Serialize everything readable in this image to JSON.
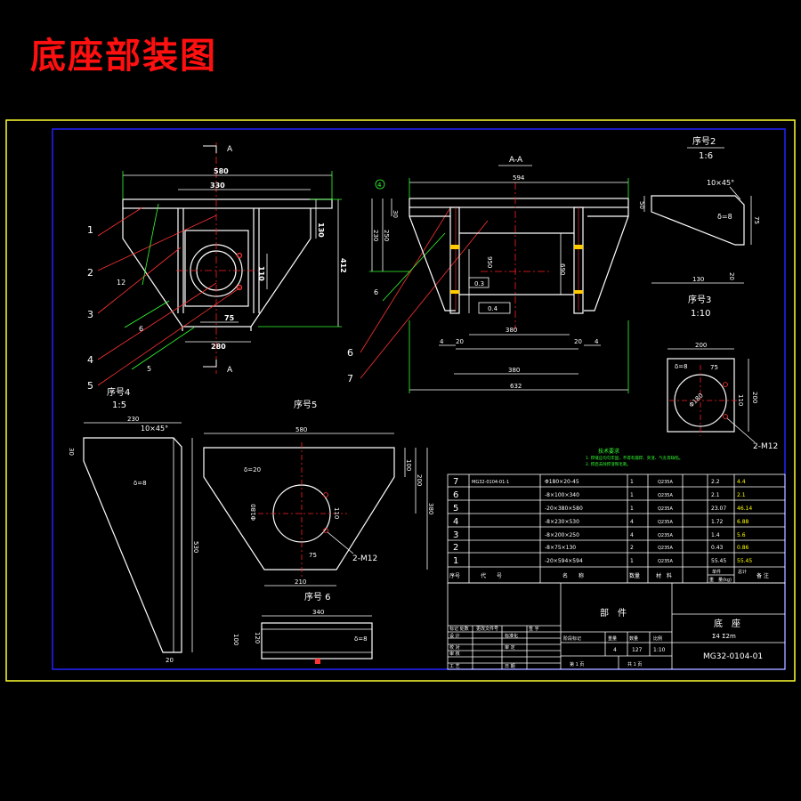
{
  "title": "底座部装图",
  "colors": {
    "background": "#000000",
    "frame_outer": "#ffff33",
    "frame_inner": "#2222ff",
    "title": "#ff1010",
    "outline": "#ffffff",
    "dimension": "#ffffff",
    "leader": "#ff3333",
    "centerline": "#ff2020",
    "extension": "#33ff33",
    "weld": "#ffcc00",
    "note": "#33ff33",
    "value_yellow": "#ffff00"
  },
  "view_labels": {
    "section_mark_a": "A",
    "section_aa": "A-A",
    "part2_title": "序号2",
    "part2_scale": "1:6",
    "part3_title": "序号3",
    "part3_scale": "1:10",
    "part4_title": "序号4",
    "part4_scale": "1:5",
    "part5_title": "序号5",
    "part6_title": "序号 6"
  },
  "balloons": [
    "1",
    "2",
    "3",
    "4",
    "5",
    "6",
    "7"
  ],
  "main_view": {
    "dims": {
      "overall_width": "580",
      "top_inner": "330",
      "right_height_small": "130",
      "right_height_total": "412",
      "bottom_inner": "75",
      "bottom_width": "280",
      "hole_height": "110",
      "left_small": "12"
    },
    "weld_marks": [
      "6",
      "5"
    ]
  },
  "section_view": {
    "dims": {
      "top_width": "594",
      "left_small": "30",
      "left_mid": "250",
      "left_low": "230",
      "center_h1": "950",
      "center_h2": "690",
      "inner_width": "380",
      "bottom_inner": "380",
      "overall_width": "632",
      "side_a": "4",
      "side_b": "20",
      "side_c": "20",
      "side_d": "4",
      "center_note": "4",
      "tol_box": "0.3",
      "flatness_box": "0.4"
    },
    "weld_marks": [
      "6"
    ],
    "balloon_tag": "4"
  },
  "part2": {
    "label": "δ=8",
    "dims": {
      "chamfer": "10×45°",
      "left": "50",
      "right": "75",
      "bottom": "130",
      "bottom_right": "20"
    }
  },
  "part3": {
    "label": "δ=8",
    "dims": {
      "width": "200",
      "hole_offset": "75",
      "hole_dia": "Φ180",
      "right_a": "110",
      "right_b": "200"
    },
    "thread_note": "2-M12"
  },
  "part4": {
    "label": "δ=8",
    "dims": {
      "top": "230",
      "chamfer": "10×45°",
      "left": "30",
      "height": "530",
      "bottom": "20"
    }
  },
  "part5": {
    "label": "δ=20",
    "dims": {
      "top": "580",
      "right_a": "100",
      "right_b": "200",
      "right_c": "380",
      "hole_dia": "Φ180",
      "hole_v": "110",
      "hole_h": "75",
      "bottom": "210"
    },
    "thread_note": "2-M12"
  },
  "part6": {
    "label": "δ=8",
    "dims": {
      "width": "340",
      "height": "100",
      "right": "120"
    }
  },
  "notes": {
    "heading": "技术要求",
    "line1": "1. 焊缝应均匀牢固，不得有漏焊、夹渣、气孔等缺陷。",
    "line2": "2. 焊后去除焊渣和毛刺。"
  },
  "bom": {
    "rows": [
      {
        "no": "7",
        "code": "MG32-0104-01-1",
        "name": "Φ180×20-45",
        "qty": "1",
        "material": "Q235A",
        "unit": "2.2",
        "total": "4.4"
      },
      {
        "no": "6",
        "code": "",
        "name": "-8×100×340",
        "qty": "1",
        "material": "Q235A",
        "unit": "2.1",
        "total": "2.1"
      },
      {
        "no": "5",
        "code": "",
        "name": "-20×380×580",
        "qty": "1",
        "material": "Q235A",
        "unit": "23.07",
        "total": "46.14"
      },
      {
        "no": "4",
        "code": "",
        "name": "-8×230×530",
        "qty": "4",
        "material": "Q235A",
        "unit": "1.72",
        "total": "6.88"
      },
      {
        "no": "3",
        "code": "",
        "name": "-8×200×250",
        "qty": "4",
        "material": "Q235A",
        "unit": "1.4",
        "total": "5.6"
      },
      {
        "no": "2",
        "code": "",
        "name": "-8×75×130",
        "qty": "2",
        "material": "Q235A",
        "unit": "0.43",
        "total": "0.86"
      },
      {
        "no": "1",
        "code": "",
        "name": "-20×594×594",
        "qty": "1",
        "material": "Q235A",
        "unit": "55.45",
        "total": "55.45"
      }
    ],
    "header": {
      "no": "序号",
      "code": "代　　号",
      "name": "名　　称",
      "qty": "数量",
      "material": "材　料",
      "weight_unit": "单件",
      "weight_total": "总计",
      "weight_label": "重　量(kg)",
      "remark": "备 注"
    }
  },
  "title_block": {
    "category": "部　件",
    "part_name": "底　座",
    "part_name_sub": "Σ4 Σ2m",
    "drawing_no": "MG32-0104-01",
    "labels": {
      "mark": "标记 处数",
      "change_doc": "更改文件号",
      "sign": "签 字",
      "design": "设 计",
      "check": "校 对",
      "review": "审 核",
      "process": "工 艺",
      "standard": "标准化",
      "approve": "审 定",
      "date": "日 期",
      "stage": "阶段标记",
      "weight": "重量",
      "quantity": "数量",
      "scale": "比例",
      "sheet": "第 1 页",
      "sheets": "共 1 页"
    },
    "values": {
      "quantity": "4",
      "weight": "127",
      "scale": "1:10"
    }
  }
}
